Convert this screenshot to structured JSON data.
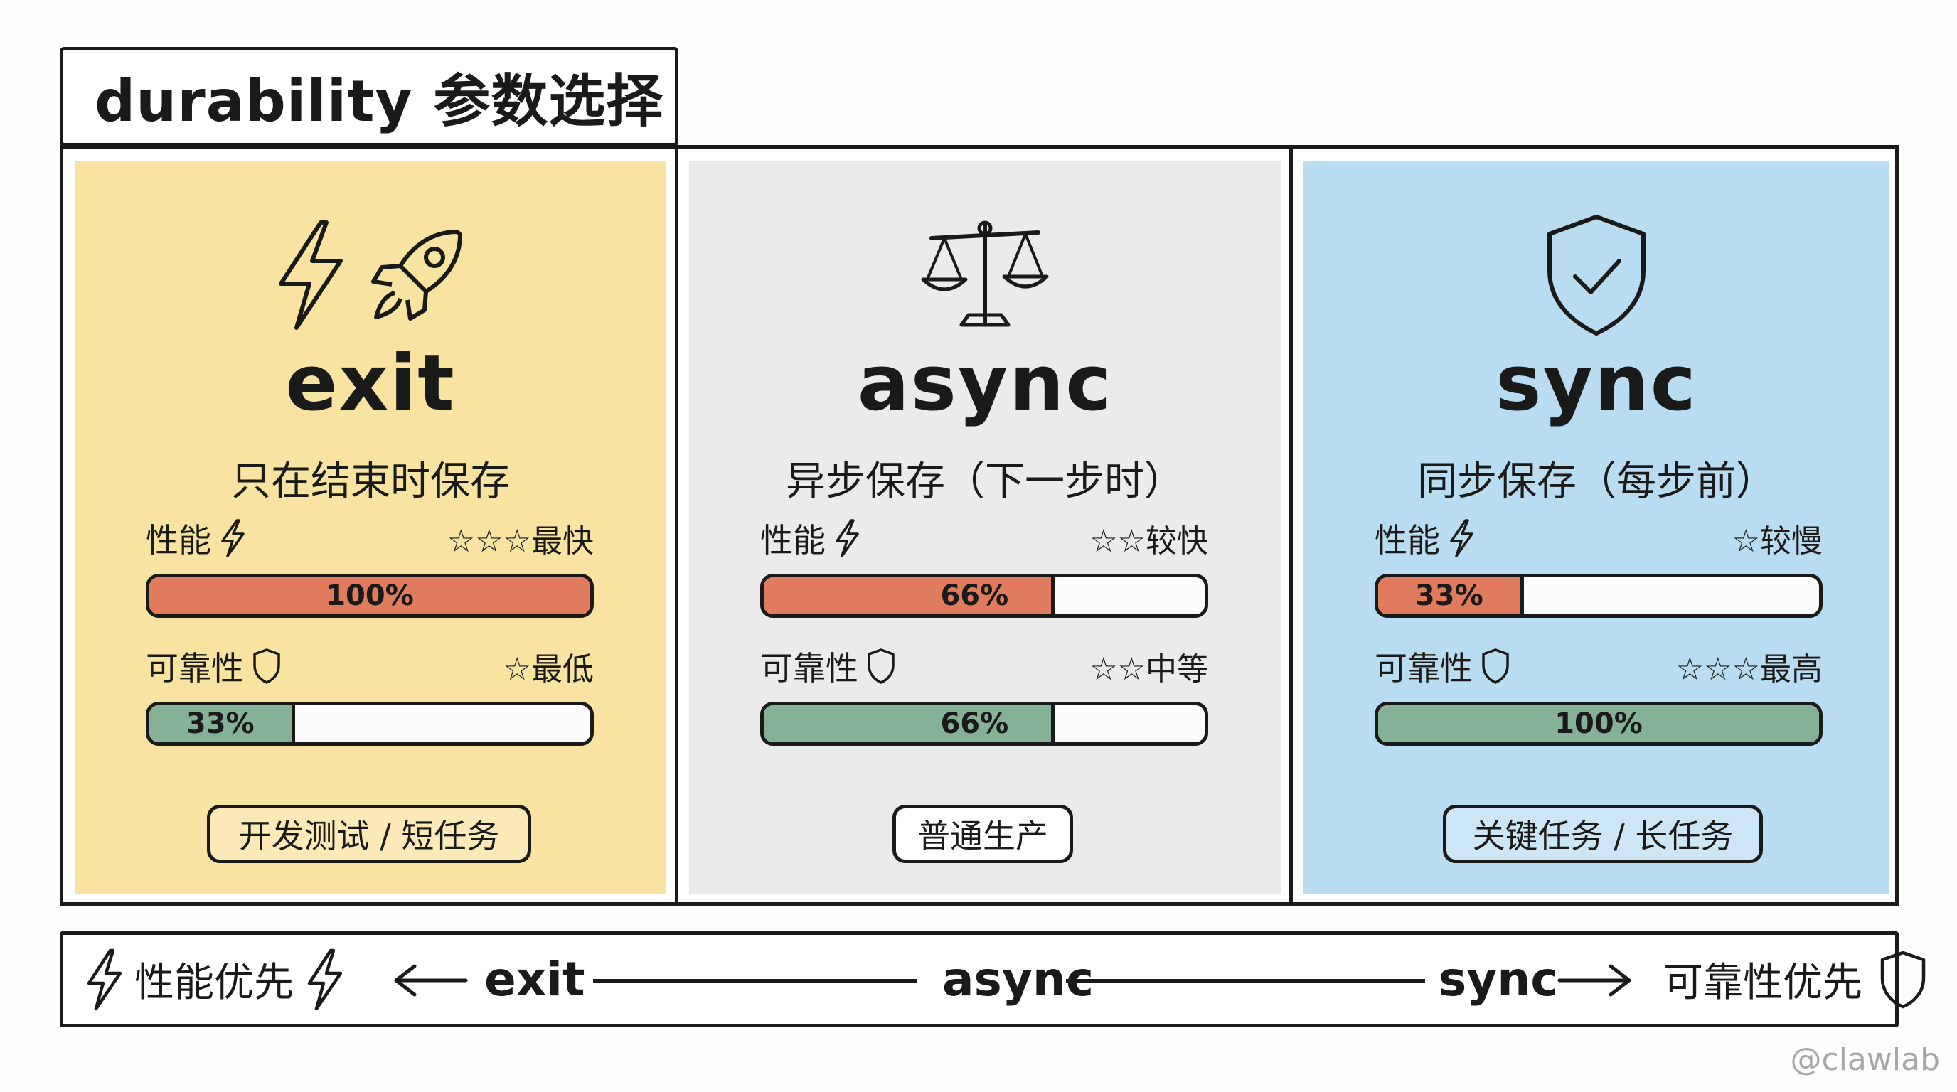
{
  "title": "durability 参数选择",
  "modes": [
    {
      "id": "exit",
      "name": "exit",
      "description": "只在结束时保存",
      "icons": [
        "lightning-icon",
        "rocket-icon"
      ],
      "performance": {
        "label": "性能",
        "rating": "☆☆☆最快",
        "percent_label": "100%",
        "value": 100
      },
      "reliability": {
        "label": "可靠性",
        "rating": "☆最低",
        "percent_label": "33%",
        "value": 33
      },
      "tag": "开发测试 / 短任务",
      "color": "#f9e3a1"
    },
    {
      "id": "async",
      "name": "async",
      "description": "异步保存（下一步时）",
      "icons": [
        "balance-scale-icon"
      ],
      "performance": {
        "label": "性能",
        "rating": "☆☆较快",
        "percent_label": "66%",
        "value": 66
      },
      "reliability": {
        "label": "可靠性",
        "rating": "☆☆中等",
        "percent_label": "66%",
        "value": 66
      },
      "tag": "普通生产",
      "color": "#ebebeb"
    },
    {
      "id": "sync",
      "name": "sync",
      "description": "同步保存（每步前）",
      "icons": [
        "shield-check-icon"
      ],
      "performance": {
        "label": "性能",
        "rating": "☆较慢",
        "percent_label": "33%",
        "value": 33
      },
      "reliability": {
        "label": "可靠性",
        "rating": "☆☆☆最高",
        "percent_label": "100%",
        "value": 100
      },
      "tag": "关键任务 / 长任务",
      "color": "#b9dcf1"
    }
  ],
  "spectrum": {
    "left_label": "性能优先",
    "right_label": "可靠性优先",
    "modes": [
      "exit",
      "async",
      "sync"
    ]
  },
  "colors": {
    "performance_bar": "#e07b5e",
    "reliability_bar": "#85b296"
  },
  "watermark": "@clawlab"
}
